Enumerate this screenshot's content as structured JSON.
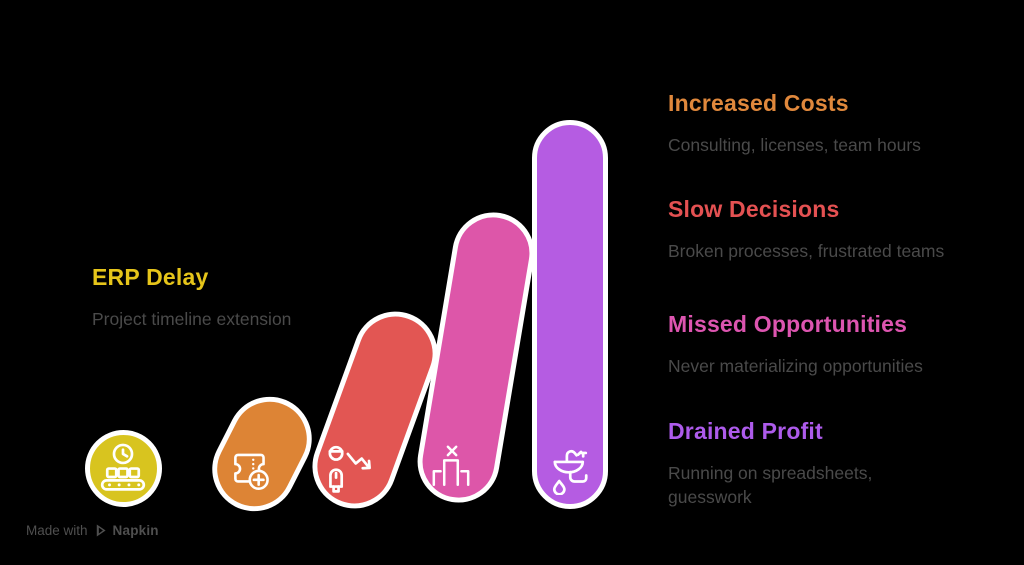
{
  "background_color": "#000000",
  "subtitle_color": "#4a4a4a",
  "watermark_color": "#4f4f4f",
  "chart_data": {
    "type": "bar",
    "title": "",
    "categories": [
      "ERP Delay",
      "Increased Costs",
      "Slow Decisions",
      "Missed Opportunities",
      "Drained Profit"
    ],
    "values": [
      1,
      2,
      3,
      4,
      5
    ],
    "note": "stylized rising-pill infographic; relative heights only, no numeric axis",
    "legend_position": "none",
    "grid": false
  },
  "steps": [
    {
      "title": "ERP Delay",
      "subtitle": "Project timeline extension",
      "shape_color": "#d8c41f",
      "title_color": "#e6c51a",
      "icon": "clock-conveyor-icon"
    },
    {
      "title": "Increased Costs",
      "subtitle": "Consulting, licenses, team hours",
      "shape_color": "#dd8435",
      "title_color": "#e0883c",
      "icon": "ticket-plus-icon"
    },
    {
      "title": "Slow Decisions",
      "subtitle": "Broken processes, frustrated teams",
      "shape_color": "#e25653",
      "title_color": "#e45152",
      "icon": "person-decline-icon"
    },
    {
      "title": "Missed Opportunities",
      "subtitle": "Never materializing opportunities",
      "shape_color": "#dd56a9",
      "title_color": "#dd55b0",
      "icon": "podium-x-icon"
    },
    {
      "title": "Drained Profit",
      "subtitle": "Running on spreadsheets, guesswork",
      "shape_color": "#b55ce2",
      "title_color": "#ad5beb",
      "icon": "sink-drain-icon"
    }
  ],
  "watermark": {
    "text": "Made with",
    "brand": "Napkin"
  }
}
